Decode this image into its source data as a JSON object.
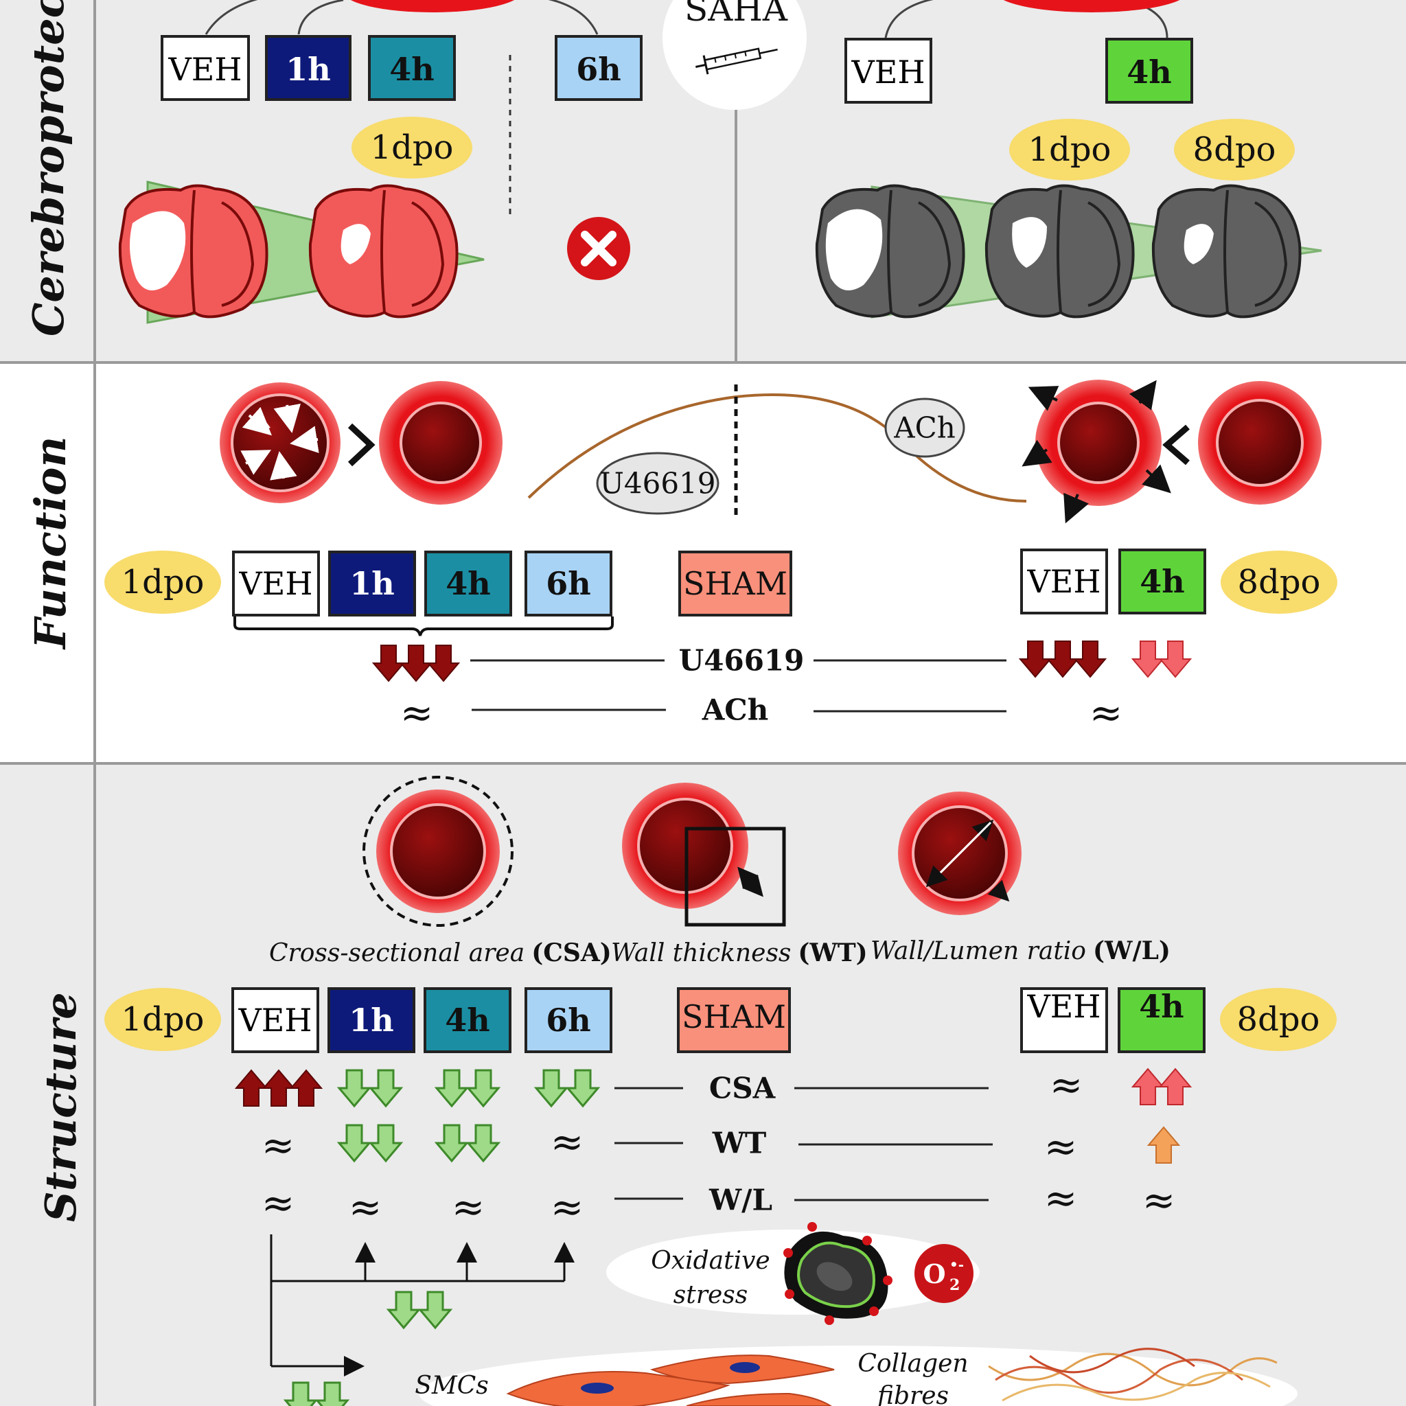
{
  "sections": {
    "cerebro": "Cerebroprotection",
    "function": "Function",
    "structure": "Structure"
  },
  "labels": {
    "veh": "VEH",
    "h1": "1h",
    "h4": "4h",
    "h6": "6h",
    "sham": "SHAM",
    "saha": "SAHA",
    "dpo1": "1dpo",
    "dpo8": "8dpo",
    "u46619": "U46619",
    "ach": "ACh",
    "approx": "≈"
  },
  "structure_captions": {
    "csa_italic": "Cross-sectional area",
    "csa_bold": "(CSA)",
    "wt_italic": "Wall thickness",
    "wt_bold": "(WT)",
    "wl_italic": "Wall/Lumen ratio",
    "wl_bold": "(W/L)"
  },
  "measures": {
    "csa": "CSA",
    "wt": "WT",
    "wl": "W/L"
  },
  "bottom": {
    "oxidative_1": "Oxidative",
    "oxidative_2": "stress",
    "o2": "O",
    "o2_sub": "2",
    "o2_sup": "•-",
    "smcs": "SMCs",
    "collagen_1": "Collagen",
    "collagen_2": "fibres"
  },
  "colors": {
    "h1": "#0e1a7a",
    "h4": "#1b8ea3",
    "h6": "#a8d3f5",
    "sat_green": "#5fd43a",
    "sham": "#f9907b",
    "dpo_badge": "#f8dc6c",
    "panel_gray": "#ebebeb",
    "vessel_red": "#e6141a",
    "vessel_dark": "#7a0a0a",
    "arrow_dark": "#8f0d0d",
    "arrow_light": "#f2646a",
    "arrow_green": "#8fd177",
    "arrow_orange": "#f4a15a"
  }
}
